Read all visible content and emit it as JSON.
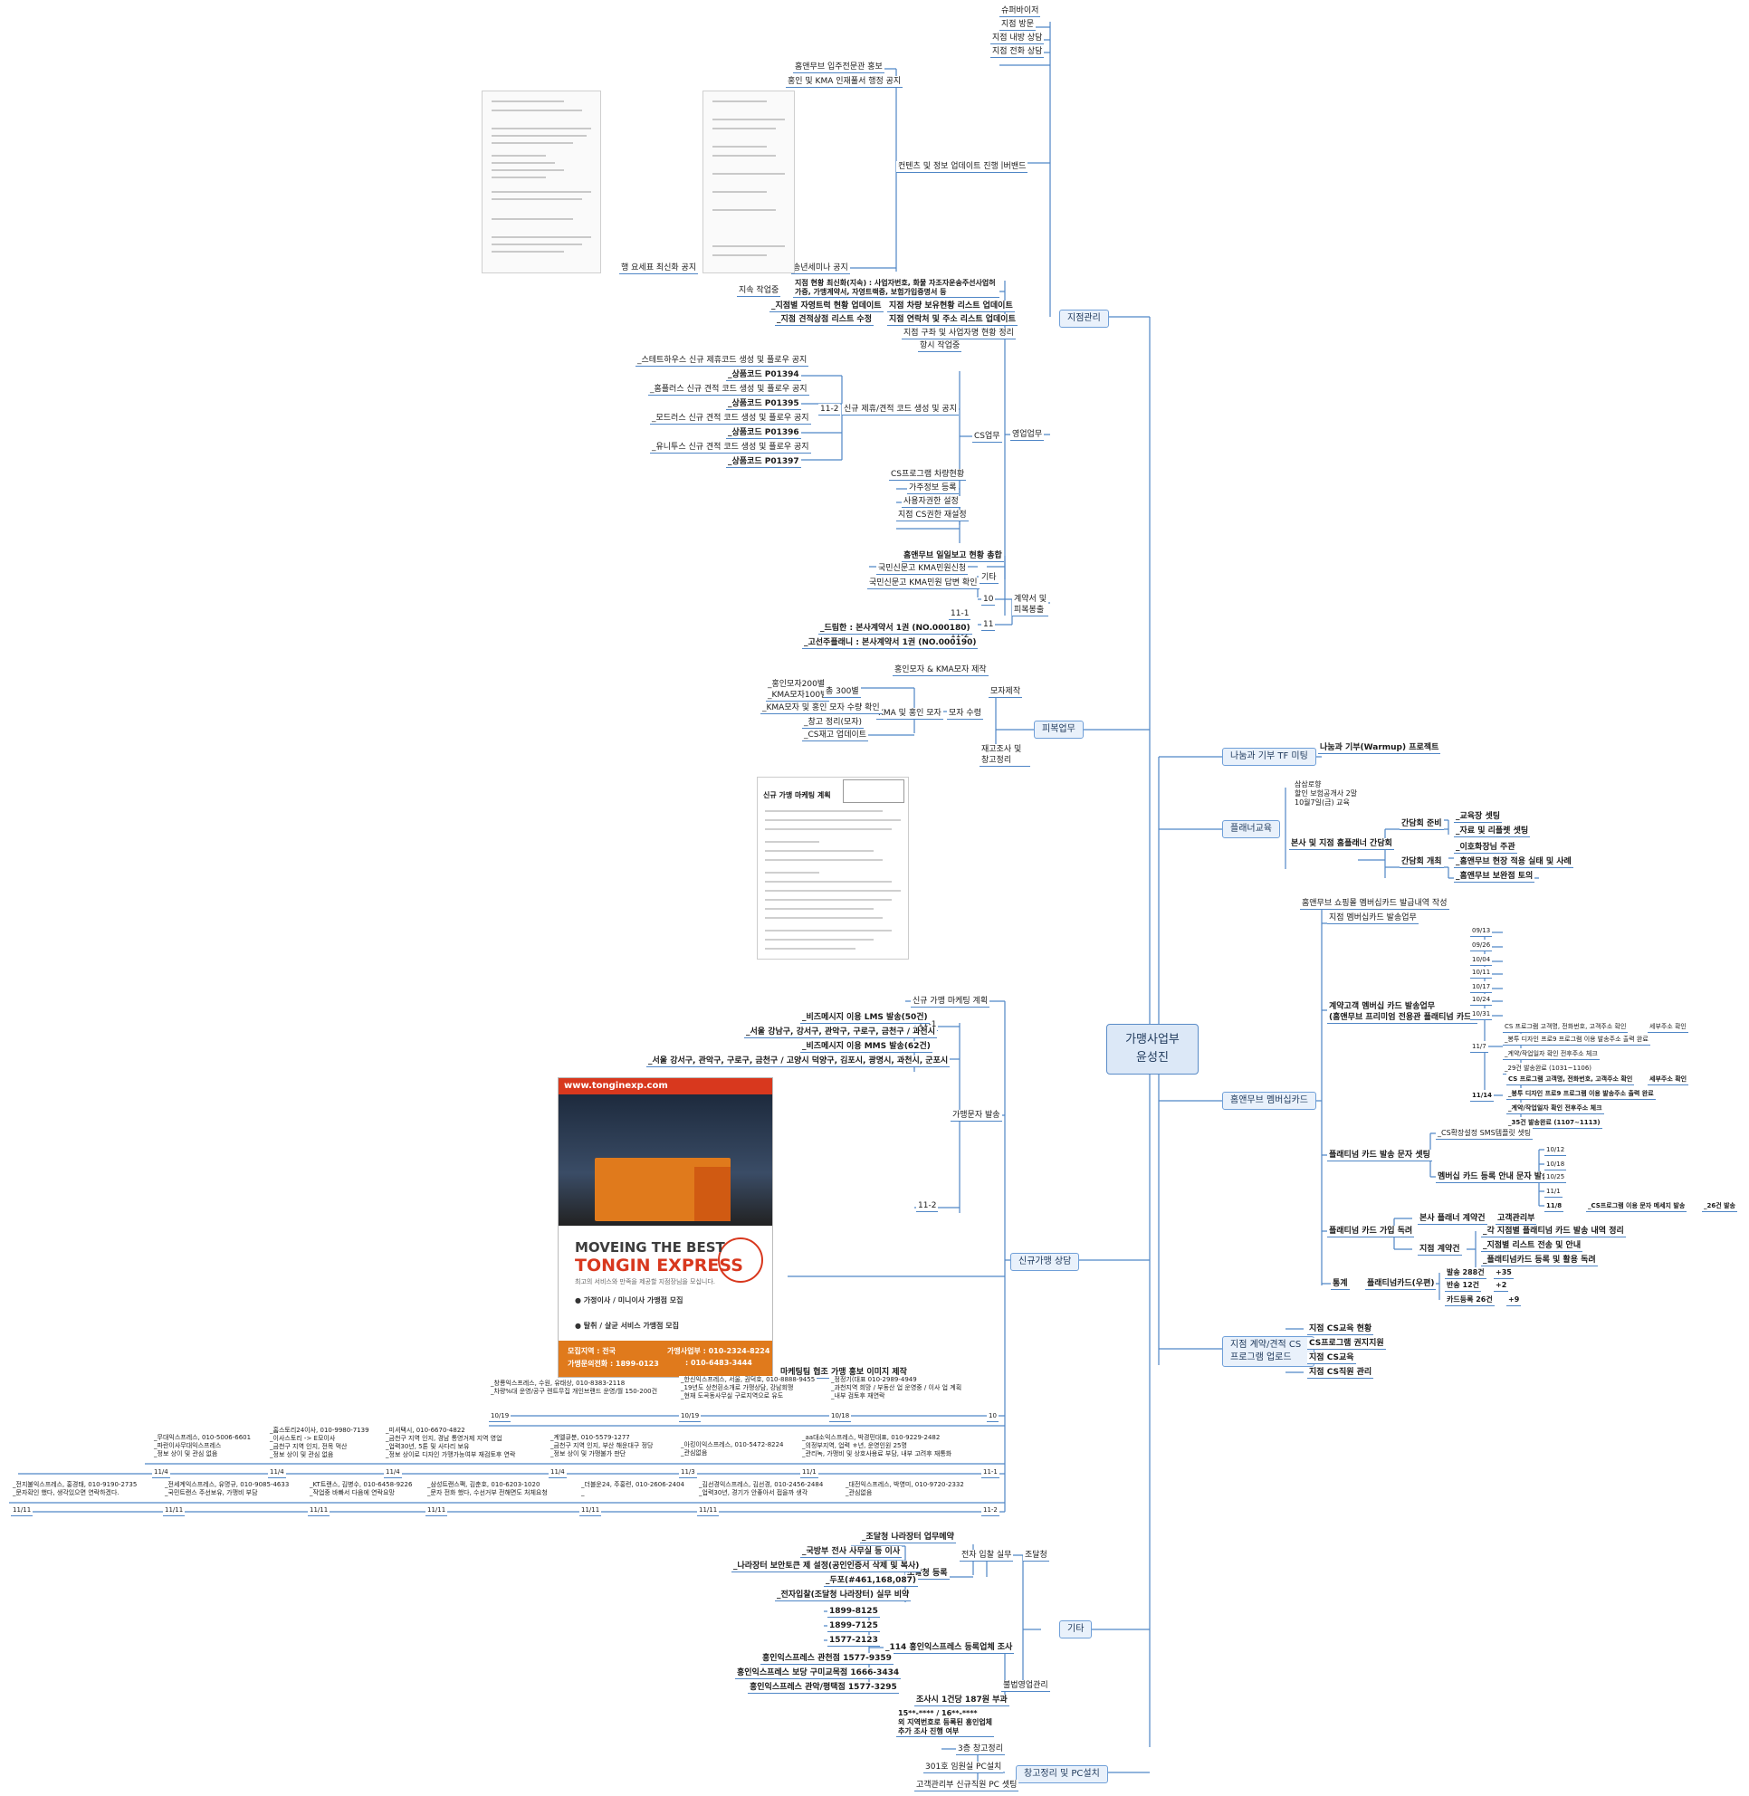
{
  "root": {
    "line1": "가맹사업부",
    "line2": "윤성진"
  },
  "branches": {
    "jijeom": "지점관리",
    "pibok": "피복업무",
    "singyu": "신규가맹 상담",
    "gita": "기타",
    "changgo": "창고정리 및 PC설치",
    "nanum": "나눔과 기부 TF 미팅",
    "planner": "플래너교육",
    "membership": "홈앤무브 멤버십카드",
    "cs": "지점 계약/견적 CS프로그램 업로드"
  },
  "jijeom": {
    "top_list": [
      "슈퍼바이저",
      "지점 방문",
      "지점 내방 상담",
      "지점 전화 상담"
    ],
    "naver_band": "네이버밴드",
    "content_update": "컨텐츠 및 정보 업데이트 진행",
    "promo1": "홈앤무브 입주전문관 홍보",
    "promo2": "홍인 및 KMA 인재풀서 행정 공지",
    "seminar": "송년세미나 공지",
    "fee_notice": "행 요세표 최신화 공지",
    "jisok": "지속 작업중",
    "jisok_item": "지점 현황 최신화(지속) : 사업자번호, 화물 자조자운송주선사업허가증, 가맹계약서, 자영트랙증, 보험가입증명서 등",
    "update1": "_지점별 자영트럭 현황 업데이트",
    "update1b": "지점 차량 보유현황 리스트 업데이트",
    "update2": "_지점 견적상점 리스트 수정",
    "update2b": "지점 연락처 및 주소 리스트 업데이트",
    "update3": "지점 구좌 및 사업자명 현황 정리",
    "yeongeop": "영업업무",
    "hangsi": "항시 작업중",
    "cs_task": "CS업무",
    "new_code": "신규 제휴/견적 코드 생성 및 공지",
    "code_date": "11-2",
    "codes": [
      "_스테트하우스 신규 제휴코드 생성 및 플로우 공지",
      "_상품코드 P01394",
      "_홈플러스 신규 견적 코드 생성 및 플로우 공지",
      "_상품코드 P01395",
      "_모드러스 신규 견적 코드 생성 및 플로우 공지",
      "_상품코드 P01396",
      "_유니투스 신규 견적 코드 생성 및 플로우 공지",
      "_상품코드 P01397"
    ],
    "cs_items": [
      "CS프로그램 차량현황",
      "가주정보 등록",
      "사용자권한 설정",
      "지점 CS권한 재설정"
    ],
    "report": "홈앤무브 일일보고 현황 총합",
    "report_items": [
      "국민신문고 KMA민원신청",
      "국민신문고 KMA민원 답변 확인"
    ],
    "gita": "기타",
    "contract": "계약서 및 피복봉출",
    "contract_dates": [
      "10",
      "11",
      "11-1",
      "11-2"
    ],
    "contracts": [
      "_드림한 : 본사계약서 1권 (NO.000180)",
      "_고선주플래니 : 본사계약서 1권 (NO.000190)"
    ]
  },
  "pibok": {
    "moja": "모자제작",
    "moja1": "홍인모자 & KMA모자 제작",
    "moja_order": "모자 수령",
    "moja_items": [
      "_홍인모자200별",
      "_KMA모자100별"
    ],
    "moja_total": "총 300별",
    "moja_confirm": "_KMA모자 및 홍인 모자 수량 확인",
    "moja_store": "_창고 정리(모자)",
    "moja_cs": "_CS재고 업데이트",
    "moja_mid": "KMA 및 홍인 모자",
    "jaego": "재고조사 및 창고정리"
  },
  "singyu": {
    "plan": "신규 가맹 마케팅 계획",
    "plan_doc": "신규 가맹 마케팅 계획",
    "munja": "가맹문자 발송",
    "d1": "11-1",
    "d2": "11-2",
    "lms": "_비즈메시지 이용 LMS 발송(50건)",
    "lms_area": "_서울 강남구, 강서구, 관악구, 구로구, 금천구 / 과천시",
    "mms": "_비즈메시지 이용 MMS 발송(62건)",
    "mms_area": "_서울 강서구, 관악구, 구로구, 금천구 / 고양시 덕양구, 김포시, 광명시, 과천시, 군포시",
    "poster_caption": "마케팅팀 협조 가맹 홍보 이미지 제작",
    "poster": {
      "url": "www.tonginexp.com",
      "l1": "MOVEING THE BEST",
      "l2": "TONGIN EXPRESS",
      "l3": "최고의 서비스와 만족을 제공할 지점장님을 모십니다.",
      "l4": "● 가정이사 / 미니이사 가맹점 모집",
      "l5": "● 탈취 / 살균 서비스 가맹점 모집",
      "b1": "모집지역 : 전국",
      "b2": "가맹사업부 : 010-2324-8224",
      "b3": "가맹문의전화 : 1899-0123",
      "b4": ": 010-6483-3444"
    },
    "row1_dates": [
      "10/19",
      "10/19",
      "10/18",
      "10"
    ],
    "row1": [
      "_창룡익스프레스, 수원, 유태상, 010-8383-2118\n_차량%대 운영/공구 렌트무집 개인브랜드 운영/월 150-200건",
      "_한신익스프레스, 서울, 권덕호, 010-8888-9455\n_19년도 상천흰소개로 가맹상담, 강남회맹\n_현재 도곡동사무실 구로지역으로 유도",
      "_정정기(대표 010-2989-4949\n_과천지역 희망 / 부동산 업 운영중 / 이사 업 계획\n_내부 검토후 재연락"
    ],
    "row2_dates": [
      "11/4",
      "11/4",
      "11/4",
      "11/4",
      "11/3",
      "11/1",
      "11-1"
    ],
    "row2": [
      "_무대익스프레스, 010-5006-6601\n_파란이사무대익스프레스\n_정보 상이 및 관심 없음",
      "_홈스토리24이사, 010-9980-7139\n_이사스토리 -> E모이사\n_금천구 지역 인지, 전목 먹산\n_정보 상이 및 관심 없음",
      "_미셔택시, 010-6670-4822\n_금천구 지역 인지, 경남 통영거제 지역 영업\n_업력30년, 5톤 및 사다리 보유\n_정보 상이로 디자인 가맹가능여부 재검토후 연락",
      "_계엘큐분, 010-5579-1277\n_금천구 지역 인지, 부산 해운대구 정당\n_정보 상이 및 가맹불가 판단",
      "_아킹이익스프레스, 010-5472-8224\n_관심없음",
      "_aa대소익스프레스, 박경민대표, 010-9229-2482\n_의정부지역, 업력 ㅎ년, 운영인원 25명\n_관리녹, 가맹비 및 상호사용료 부담, 내부 고려후 재통화"
    ],
    "row3_dates": [
      "11/11",
      "11/11",
      "11/11",
      "11/11",
      "11/11",
      "11/11",
      "11-2"
    ],
    "row3": [
      "_전지불익스프레스, 홍경태, 010-9190-2735\n_문자확인 했다, 생각있으면 연락하겠다.",
      "_전세계익스프레스, 유명규, 010-9085-4633\n_국민트랜스 주선보유, 가맹비 부담",
      "_KT트랜스, 김병수, 010-6458-9226\n_작업중 바빠서 다음에 연락요망",
      "_삼성트랜스팩, 김춘호, 010-6203-1020\n_문자 전화 했다, 수선거부 전해면도 처체요청",
      "_더블운24, 주홍련, 010-2606-2404\n_",
      "_김선경익스프레스, 김선경, 010-2456-2484\n_업력30년, 경기가 안좋아서 접을까 생각",
      "_대전익스프레스, 박영미, 010-9720-2332\n_관심없음"
    ]
  },
  "gita": {
    "jodal": "조달청",
    "elec": "전자 입찰 실무",
    "elec1": "_조달청 나라장터 업무메약",
    "regist": "조달청 등록",
    "regist_items": [
      "_국방부 전사 사무실 등 이사",
      "_나라장터 보안토큰 제 설정(공인인증서 삭제 및 복사)",
      "_두포(#461,168,087)",
      "_전자입찰(조달청 나라장터) 실무 비약"
    ],
    "bul": "불법영업관리",
    "s114": "_114 홍인익스프레스 등록업체 조사",
    "nums": [
      "1899-8125",
      "1899-7125",
      "1577-2123"
    ],
    "shops": [
      "홍인익스프레스 관천점 1577-9359",
      "홍인익스프레스 보당 구미교목점 1666-3434",
      "홍인익스프레스 관악/평택점 1577-3295"
    ],
    "total": "조사시 1건당 187원 부과",
    "extra": "15**-**** / 16**-****\n외 지역번호로 등록된 홍인업체\n추가 조사 진행 여부"
  },
  "changgo": {
    "items": [
      "3층 창고정리",
      "301호 임원실 PC설치",
      "고객관리부 신규직원 PC 셋팅"
    ]
  },
  "nanum": {
    "item": "나눔과 기부(Warmup) 프로젝트"
  },
  "planner": {
    "top": "삼삼로향\n할인 보험공개사 2말\n10월7일(금) 교육",
    "main": "본사 및 지점 홈플래너 간담회",
    "prep": "간담회 준비",
    "prep_items": [
      "_교육장 셋팅",
      "_자료 및 리플렛 셋팅"
    ],
    "open": "간담회 개최",
    "open_items": [
      "_이호화장님 주관",
      "_홈앤무브 현장 적용 실태 및 사례",
      "_홈앤무브 보완점 토의"
    ]
  },
  "membership": {
    "a1": "홈앤무브 쇼핑몰 멤버십카드 발급내역 작성",
    "a2": "지점 멤버십카드 발송업무",
    "contract_card": "계약고객 멤버십 카드 발송업무\n(홈앤무브 프리미엄 전용관 플래티넘 카드)",
    "dates": [
      "09/13",
      "09/26",
      "10/04",
      "10/11",
      "10/17",
      "10/24",
      "10/31"
    ],
    "d117": "11/7",
    "d117_items": [
      "CS 프로그램 고객명, 전화번호, 고객주소 확인",
      "_봉투 디자인 프로9 프로그램 이용 발송주소 출력 완료",
      "_계약/작업일자 확인 전후주소 체크",
      "_29건 발송완료 (1031~1106)"
    ],
    "d117_side": "세부주소 확인",
    "d1114": "11/14",
    "d1114_items": [
      "CS 프로그램 고객명, 전화번호, 고객주소 확인",
      "_봉투 디자인 프로9 프로그램 이용 발송주소 출력 완료",
      "_계약/작업일자 확인 전후주소 체크",
      "_35건 발송완료 (1107~1113)"
    ],
    "d1114_side": "세부주소 확인",
    "planner_card": "플래티넘 카드 발송 문자 셋팅",
    "cs_sms": "_CS확장설정 SMS템플릿 셋팅",
    "mem_sms": "멤버십 카드 등록 안내 문자 발송",
    "mem_dates": [
      "10/12",
      "10/18",
      "10/25",
      "11/1",
      "11/8"
    ],
    "mem_last": "_CS프로그램 이용 문자 메세지 발송",
    "mem_last2": "_26건 발송",
    "join": "플래티넘 카드 가입 독려",
    "join1": "본사 플래너 계약건",
    "join1b": "고객관리부",
    "join2": "지점 계약건",
    "join2_items": [
      "_각 지점별 플래티넘 카드 발송 내역 정리",
      "_지점별 리스트 전송 및 안내",
      "_플래티넘카드 등록 및 활용 독려"
    ],
    "stat": "통계",
    "stat_mid": "플래티넘카드(우편)",
    "stat_items": [
      "발송 288건",
      "반송 12건",
      "카드등록 26건"
    ],
    "stat_vals": [
      "+35",
      "+2",
      "+9"
    ]
  },
  "cs": {
    "items": [
      "지점 CS교육 현황",
      "CS프로그램 권지지원",
      "지점 CS교육",
      "지점 CS직원 관리"
    ]
  }
}
